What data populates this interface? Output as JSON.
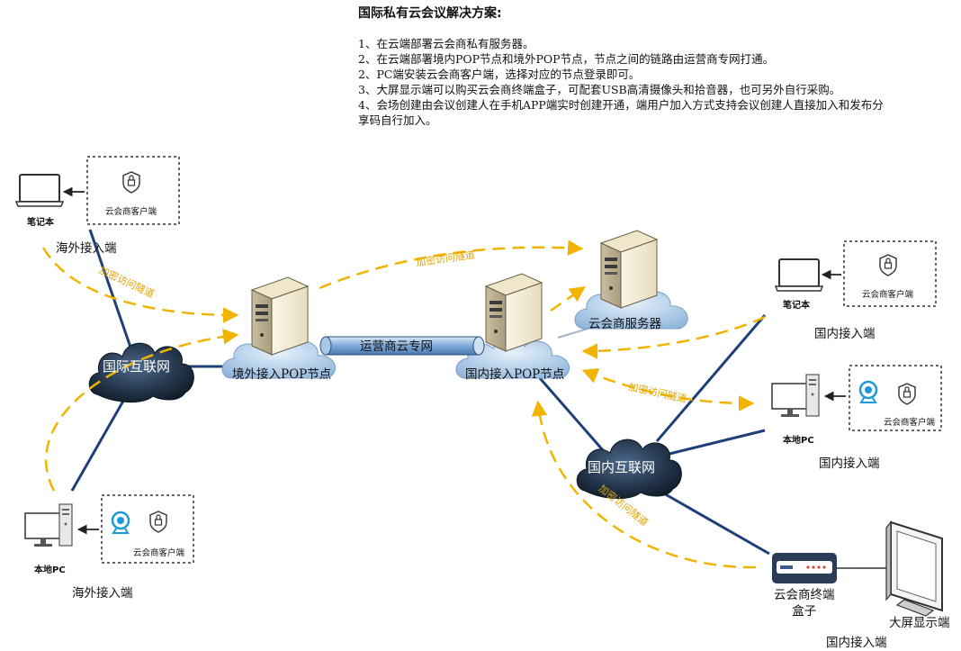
{
  "title": "国际私有云会议解决方案:",
  "description": [
    "1、在云端部署云会商私有服务器。",
    "2、在云端部署境内POP节点和境外POP节点，节点之间的链路由运营商专网打通。",
    "2、PC端安装云会商客户端，选择对应的节点登录即可。",
    "3、大屏显示端可以购买云会商终端盒子，可配套USB高清摄像头和拾音器，也可另外自行采购。",
    "4、会场创建由会议创建人在手机APP端实时创建开通，端用户加入方式支持会议创建人直接加入和发布分享码自行加入。"
  ],
  "labels": {
    "laptop": "笔记本",
    "local_pc": "本地PC",
    "client_app": "云会商客户端",
    "overseas_access": "海外接入端",
    "domestic_access": "国内接入端",
    "intl_internet": "国际互联网",
    "domestic_internet": "国内互联网",
    "overseas_pop": "境外接入POP节点",
    "domestic_pop": "国内接入POP节点",
    "carrier_link": "运营商云专网",
    "server": "云会商服务器",
    "terminal_box": "云会商终端\n盒子",
    "big_screen": "大屏显示端",
    "tunnel": "加密访问隧道"
  },
  "colors": {
    "tunnel": "#f0b400",
    "link": "#1f3f7a",
    "cloud_light": "#b8d4ee",
    "cloud_dark": "#1e2a3a",
    "pipe": "#7fa8d8",
    "webcam": "#1a9ad6"
  },
  "icons": [
    "shield-lock-icon",
    "laptop-icon",
    "desktop-pc-icon",
    "webcam-icon",
    "server-icon",
    "terminal-box-icon",
    "monitor-icon",
    "cloud-icon"
  ]
}
